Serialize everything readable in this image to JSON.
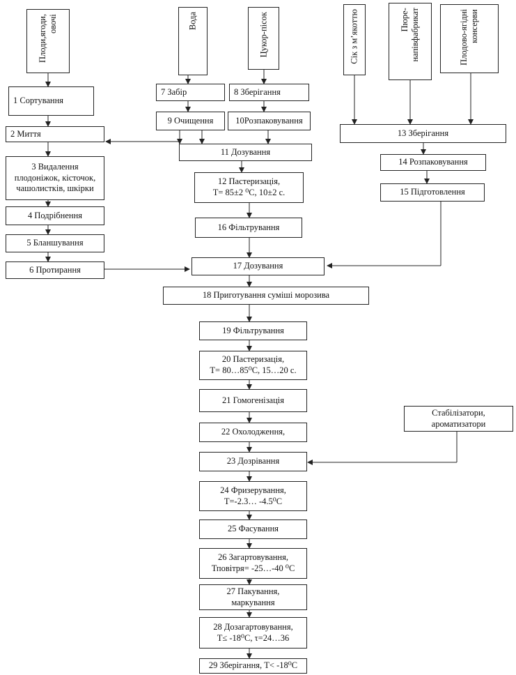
{
  "inputs": {
    "fruits": "Плоди,ягоди,\nовочі",
    "water": "Вода",
    "sugar": "Цукор-пісок",
    "juice": "Сік з м’якоттю",
    "puree": "Пюре-\nнапівфабрикат",
    "canned": "Плодово-ягідні\nконсерви",
    "stabilizers": "Стабілізатори,\nароматизатори"
  },
  "steps": {
    "s1": "1 Сортування",
    "s2": "2 Миття",
    "s3": "3 Видалення\nплодоніжок, кісточок,\nчашолистків, шкірки",
    "s4": "4 Подрібнення",
    "s5": "5 Бланшування",
    "s6": "6 Протирання",
    "s7": "7 Забір",
    "s8": "8 Зберігання",
    "s9": "9 Очищення",
    "s10": "10Розпаковування",
    "s11": "11 Дозування",
    "s12": "12 Пастеризація,\nТ= 85±2 ⁰С, 10±2 с.",
    "s13": "13 Зберігання",
    "s14": "14 Розпаковування",
    "s15": "15 Підготовлення",
    "s16": "16 Фільтрування",
    "s17": "17 Дозування",
    "s18": "18 Приготування суміші морозива",
    "s19": "19 Фільтрування",
    "s20": "20 Пастеризація,\nТ= 80…85⁰С, 15…20 с.",
    "s21": "21 Гомогенізація",
    "s22": "22 Охолодження,",
    "s23": "23 Дозрівання",
    "s24": "24 Фризерування,\nТ=-2.3… -4.5⁰С",
    "s25": "25 Фасування",
    "s26": "26 Загартовування,\nТповітря= -25…-40 ⁰С",
    "s27": "27 Пакування,\nмаркування",
    "s28": "28 Дозагартовування,\nТ≤ -18⁰С, τ=24…36",
    "s29": "29 Зберігання, Т< -18⁰С"
  }
}
